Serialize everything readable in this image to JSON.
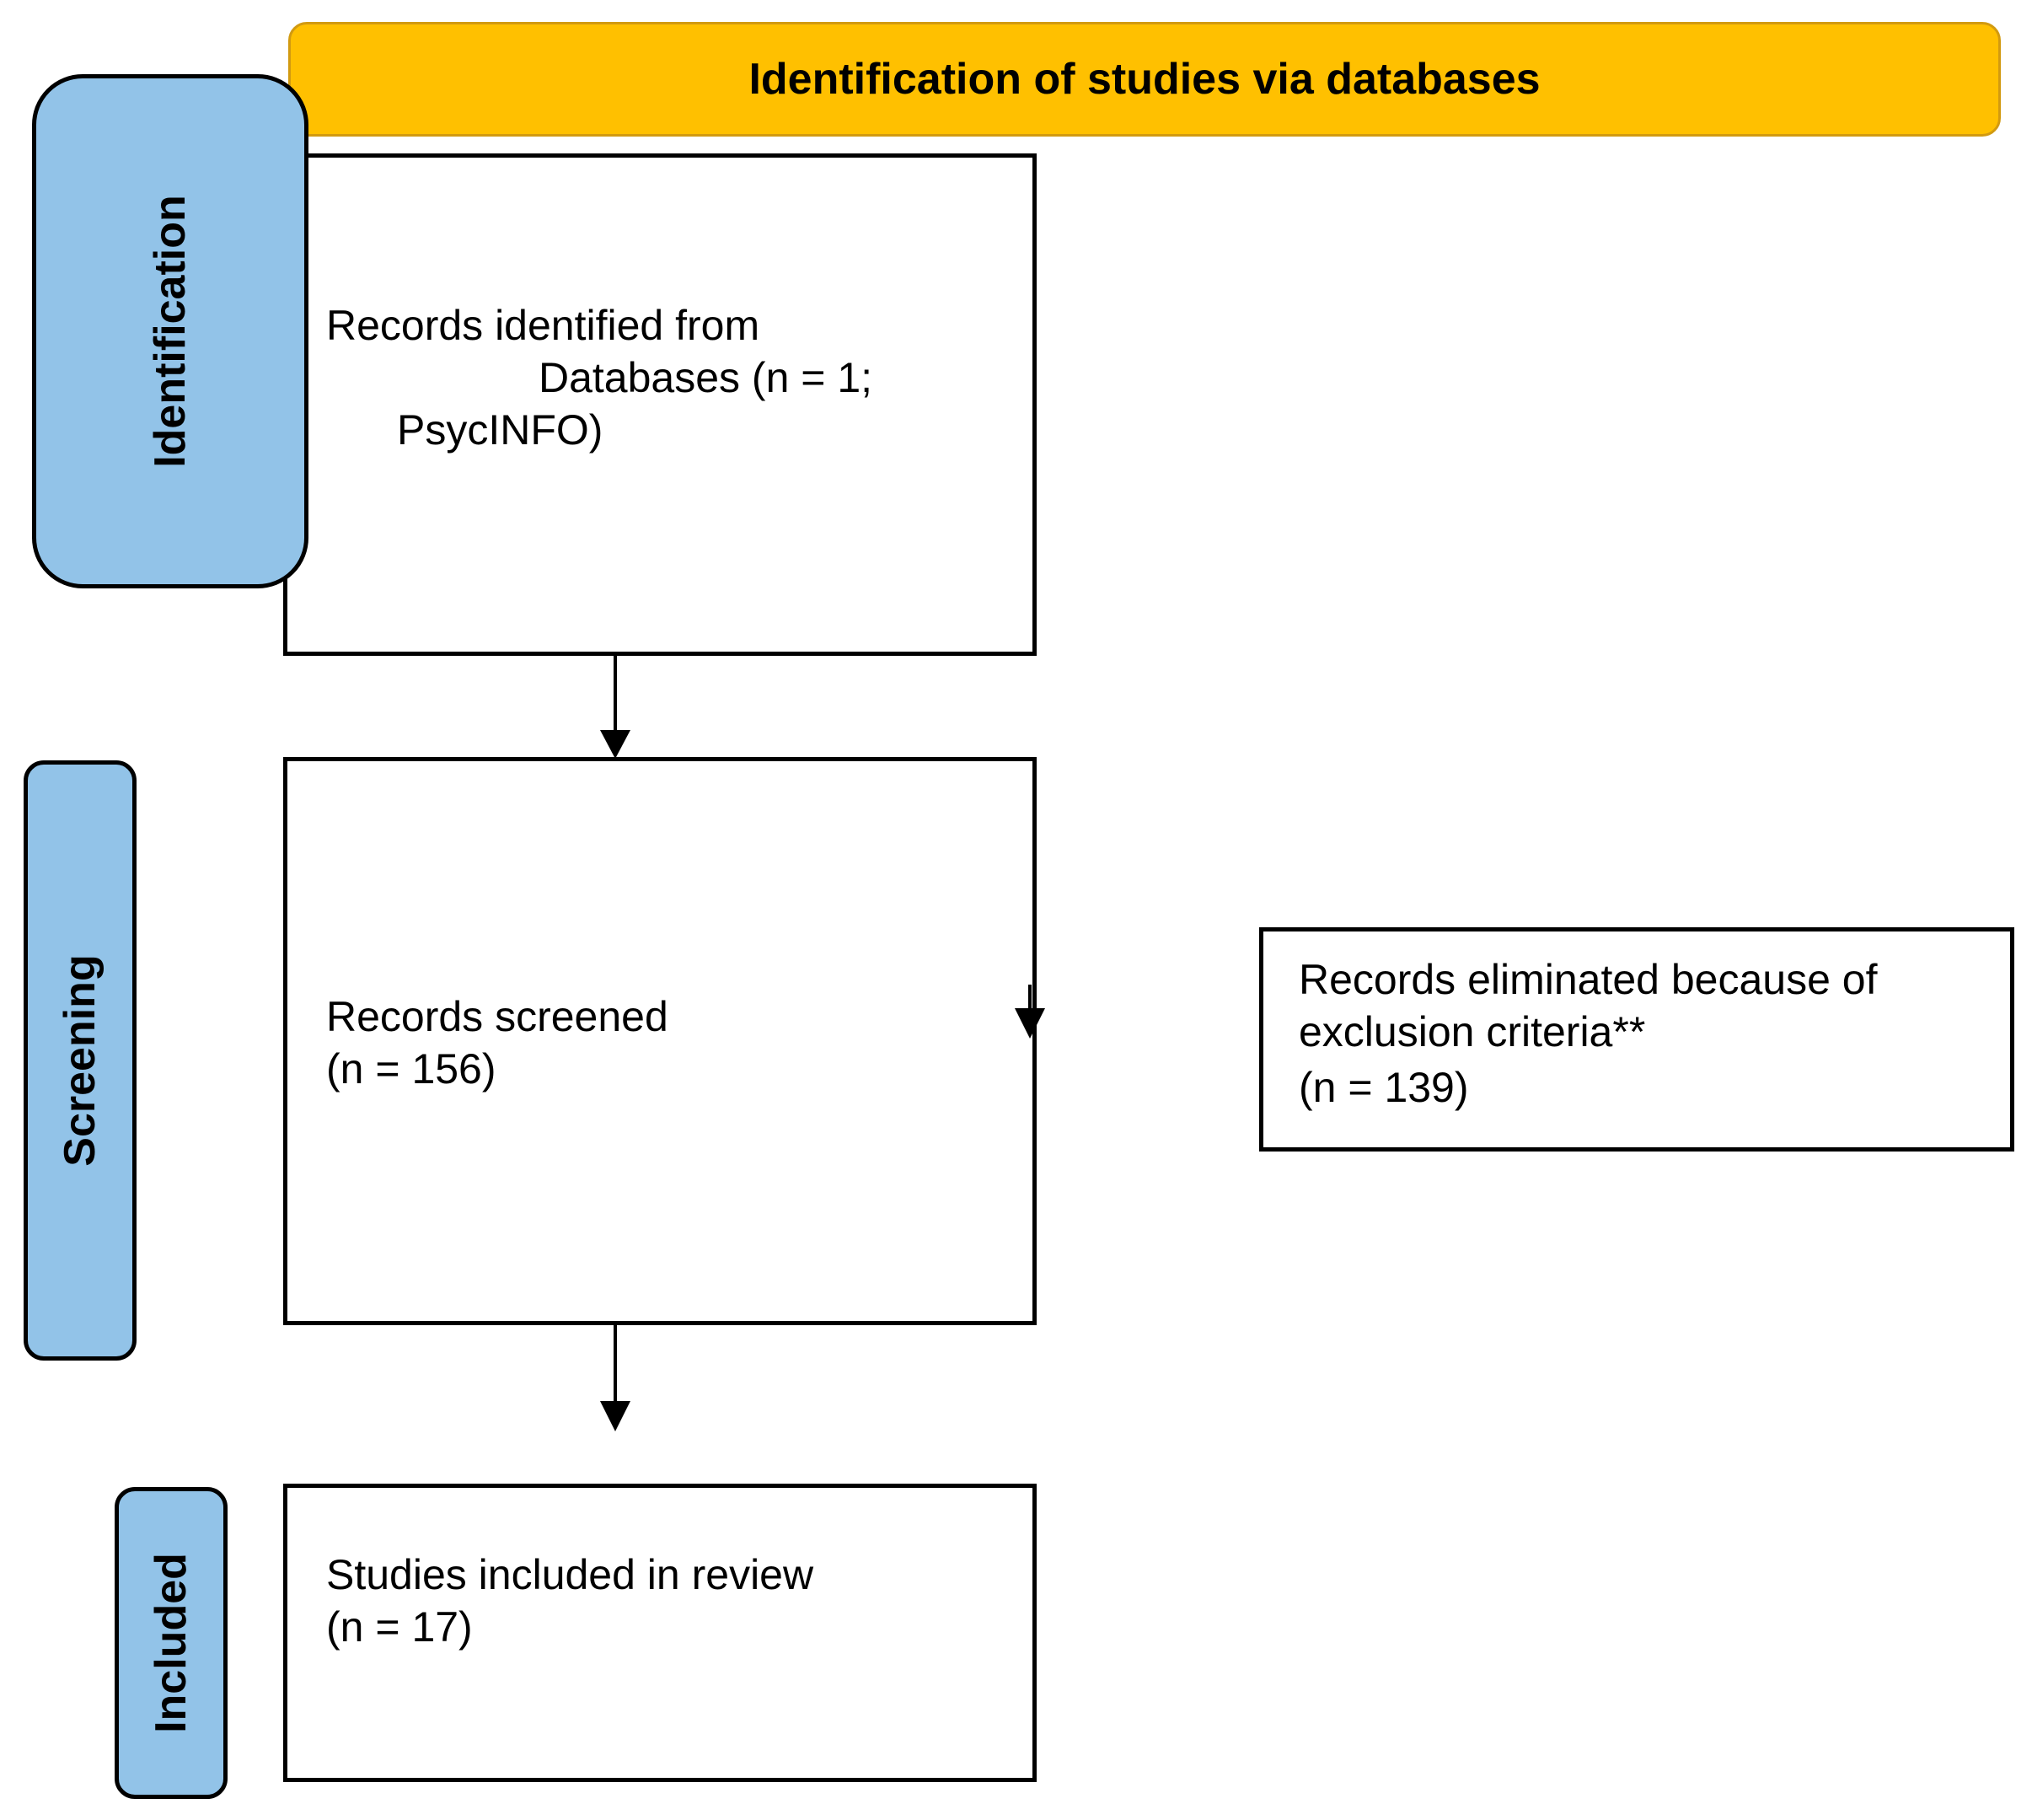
{
  "header": {
    "title": "Identification of studies via databases"
  },
  "stages": {
    "identification": "Identification",
    "screening": "Screening",
    "included": "Included"
  },
  "boxes": {
    "identified": {
      "line1": "Records identified from",
      "line2": "Databases (n = 1;",
      "line3": "PsycINFO)"
    },
    "screened": {
      "line1": "Records screened",
      "line2": "(n = 156)"
    },
    "eliminated": {
      "line1": "Records eliminated because of",
      "line2": "exclusion criteria**",
      "line3": "(n = 139)"
    },
    "included": {
      "line1": "Studies included in review",
      "line2": "(n = 17)"
    }
  },
  "colors": {
    "header_fill": "#FFC000",
    "stage_fill": "#92C3E8",
    "box_border": "#000000"
  }
}
